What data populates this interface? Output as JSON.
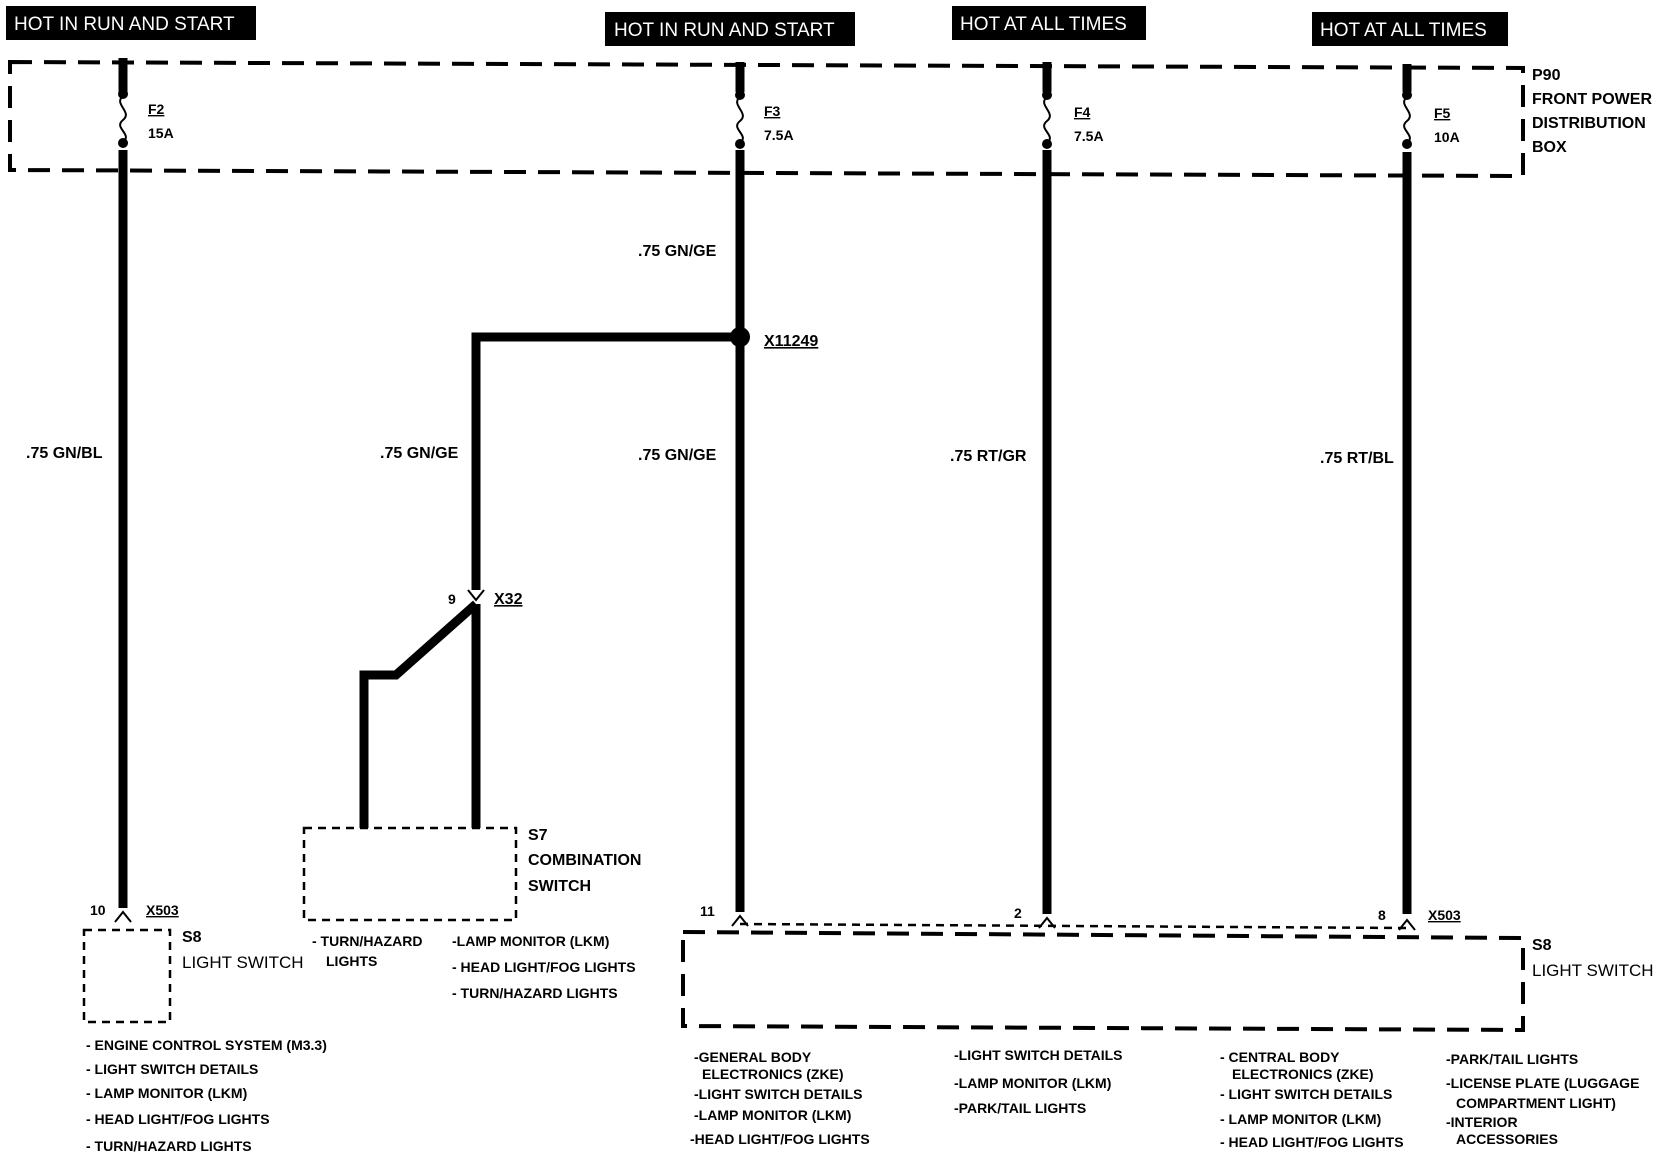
{
  "headers": [
    {
      "text": "HOT IN RUN AND START"
    },
    {
      "text": "HOT IN RUN AND START"
    },
    {
      "text": "HOT AT ALL TIMES"
    },
    {
      "text": "HOT AT ALL TIMES"
    }
  ],
  "power_box": {
    "id": "P90",
    "line1": "FRONT POWER",
    "line2": "DISTRIBUTION",
    "line3": "BOX"
  },
  "fuses": [
    {
      "id": "F2",
      "rating": "15A"
    },
    {
      "id": "F3",
      "rating": "7.5A"
    },
    {
      "id": "F4",
      "rating": "7.5A"
    },
    {
      "id": "F5",
      "rating": "10A"
    }
  ],
  "wires": {
    "w1": ".75 GN/BL",
    "w2_upper": ".75 GN/GE",
    "w2_branch": ".75 GN/GE",
    "w2_lower": ".75 GN/GE",
    "w3": ".75 RT/GR",
    "w4": ".75 RT/BL"
  },
  "splice": {
    "id": "X11249"
  },
  "connector_x32": {
    "id": "X32",
    "pin": "9"
  },
  "connector_left": {
    "id": "X503",
    "pin": "10"
  },
  "connector_right": {
    "id": "X503",
    "pin_11": "11",
    "pin_2": "2",
    "pin_8": "8"
  },
  "component_s7": {
    "id": "S7",
    "line1": "COMBINATION",
    "line2": "SWITCH"
  },
  "component_s8_left": {
    "id": "S8",
    "name": "LIGHT SWITCH"
  },
  "component_s8_right": {
    "id": "S8",
    "name": "LIGHT SWITCH"
  },
  "references": {
    "s8_left": [
      "- ENGINE CONTROL SYSTEM (M3.3)",
      "- LIGHT SWITCH DETAILS",
      "- LAMP MONITOR (LKM)",
      "- HEAD LIGHT/FOG LIGHTS",
      "- TURN/HAZARD LIGHTS"
    ],
    "s7_col1": [
      "- TURN/HAZARD",
      "LIGHTS"
    ],
    "s7_col2": [
      "-LAMP MONITOR (LKM)",
      "- HEAD LIGHT/FOG LIGHTS",
      "- TURN/HAZARD LIGHTS"
    ],
    "s8_right_col1": [
      "-GENERAL BODY",
      "ELECTRONICS (ZKE)",
      "-LIGHT SWITCH DETAILS",
      "-LAMP MONITOR (LKM)",
      "-HEAD LIGHT/FOG LIGHTS"
    ],
    "s8_right_col2": [
      "-LIGHT SWITCH DETAILS",
      "-LAMP MONITOR (LKM)",
      "-PARK/TAIL LIGHTS"
    ],
    "s8_right_col3": [
      "- CENTRAL BODY",
      "ELECTRONICS (ZKE)",
      "- LIGHT SWITCH DETAILS",
      "- LAMP MONITOR (LKM)",
      "- HEAD LIGHT/FOG LIGHTS"
    ],
    "s8_right_col4": [
      "-PARK/TAIL LIGHTS",
      "-LICENSE PLATE (LUGGAGE",
      "COMPARTMENT LIGHT)",
      "-INTERIOR",
      "ACCESSORIES"
    ]
  }
}
